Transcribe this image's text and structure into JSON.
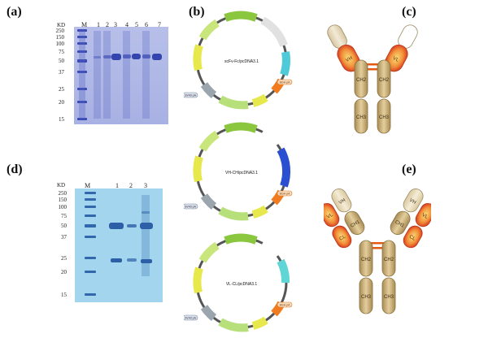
{
  "panels": {
    "a": "(a)",
    "b": "(b)",
    "c": "(c)",
    "d": "(d)",
    "e": "(e)"
  },
  "gel_a": {
    "unit": "KD",
    "lanes": [
      "M",
      "1",
      "2",
      "3",
      "4",
      "5",
      "6",
      "7"
    ],
    "ladder": [
      "250",
      "150",
      "100",
      "75",
      "50",
      "37",
      "25",
      "20",
      "15"
    ]
  },
  "gel_d": {
    "unit": "KD",
    "lanes": [
      "M",
      "1",
      "2",
      "3"
    ],
    "ladder": [
      "250",
      "150",
      "100",
      "75",
      "50",
      "37",
      "25",
      "20",
      "15"
    ]
  },
  "plasmids": [
    {
      "name": "scFv-Fc/pcDNA3.1"
    },
    {
      "name": "VH-CH/pcDNA3.1"
    },
    {
      "name": "VL-CL/pcDNA3.1"
    }
  ],
  "plasmid_features": {
    "bgh": "BGH pA",
    "sv40": "SV40 pA"
  },
  "antibody_c": {
    "vl": "VL",
    "vh": "VH",
    "ch2": "CH2",
    "ch3": "CH3"
  },
  "antibody_e": {
    "vh": "VH",
    "vl": "VL",
    "ch1": "CH1",
    "cl": "CL",
    "ch2": "CH2",
    "ch3": "CH3"
  },
  "colors": {
    "gel_a_bg": "#aeb6e6",
    "gel_d_bg": "#9fd3ec",
    "band_a": "#3a4bb5",
    "band_d": "#2e63a8",
    "heavy": "#c9b07c",
    "light_red": "#e2341d",
    "light_orange": "#f5a05a",
    "hinge": "#e55a12"
  }
}
